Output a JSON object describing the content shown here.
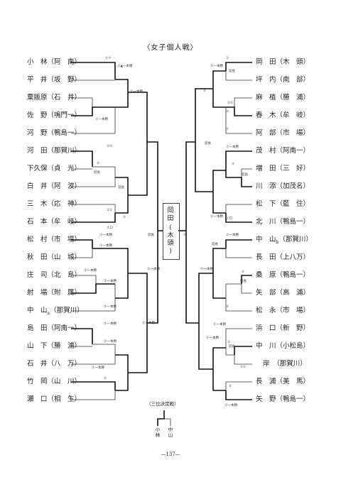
{
  "title": "〈女子個人戦〉",
  "left": [
    {
      "name": "小　林",
      "team": "阿　南"
    },
    {
      "name": "平　井",
      "team": "坂　野"
    },
    {
      "name": "粟飯原",
      "team": "石　井"
    },
    {
      "name": "佐　野",
      "team": "鳴門一"
    },
    {
      "name": "河　野",
      "team": "鴨島一"
    },
    {
      "name": "河　田",
      "team": "那賀川"
    },
    {
      "name": "下久保",
      "team": "貞　光"
    },
    {
      "name": "白　井",
      "team": "阿　波"
    },
    {
      "name": "三　木",
      "team": "応　神"
    },
    {
      "name": "石　本",
      "team": "牟　岐"
    },
    {
      "name": "松　村",
      "team": "市　場"
    },
    {
      "name": "秋　田",
      "team": "山　城"
    },
    {
      "name": "庄　司",
      "team": "北　島"
    },
    {
      "name": "射　場",
      "team": "附　属"
    },
    {
      "name": "中　山",
      "sub": "a",
      "team": "那賀川"
    },
    {
      "name": "島　田",
      "team": "阿南一"
    },
    {
      "name": "山　下",
      "team": "勝　浦"
    },
    {
      "name": "石　井",
      "team": "八　万"
    },
    {
      "name": "竹　岡",
      "team": "山　川"
    },
    {
      "name": "瀬　口",
      "team": "相　生"
    }
  ],
  "right": [
    {
      "name": "岡　田",
      "team": "木　頭"
    },
    {
      "name": "坪　内",
      "team": "南　部"
    },
    {
      "name": "麻　植",
      "team": "勝　浦"
    },
    {
      "name": "春　木",
      "team": "牟　岐"
    },
    {
      "name": "阿　部",
      "team": "市　場"
    },
    {
      "name": "茂　村",
      "team": "阿南一"
    },
    {
      "name": "増　田",
      "team": "三　好"
    },
    {
      "name": "川　添",
      "team": "加茂名"
    },
    {
      "name": "松　下",
      "team": "藍　住"
    },
    {
      "name": "北　川",
      "team": "鴨島一"
    },
    {
      "name": "中　山",
      "sub": "b",
      "team": "那賀川"
    },
    {
      "name": "長　田",
      "team": "上八万"
    },
    {
      "name": "桑　原",
      "team": "鴨島一"
    },
    {
      "name": "矢　部",
      "team": "高　浦"
    },
    {
      "name": "松　永",
      "team": "市　場"
    },
    {
      "name": "浜　口",
      "team": "新　野"
    },
    {
      "name": "中　川",
      "team": "小松島"
    },
    {
      "name": "岸",
      "team": "那賀川"
    },
    {
      "name": "長　浦",
      "team": "美　馬"
    },
    {
      "name": "矢　野",
      "team": "鴨島一"
    }
  ],
  "champion": {
    "name": "岡田",
    "team": "木頭"
  },
  "third_place": {
    "title": "（三位決定戦）",
    "players": [
      "小林",
      "中山"
    ]
  },
  "page_number": "—137—",
  "notes": {
    "ippon": "一本勝",
    "encho": "延長"
  },
  "note_labels": {
    "l1": "②ド",
    "l2": "②▲一本勝",
    "l3": "②一本勝",
    "l4": "②一本勝",
    "l5": "②②",
    "l6": "②",
    "l7": "延長",
    "l8": "延長",
    "l9": "②",
    "l10": "②②",
    "l11": "②ロ",
    "l12": "②一本勝",
    "l13": "②一本勝",
    "l14": "②一本勝",
    "l15": "②一本勝",
    "l16": "②一本勝",
    "l17": "②一本勝",
    "l18": "②一本勝",
    "l19": "②一本勝",
    "l20": "②一本勝",
    "l21": "②一本勝",
    "l22": "延長",
    "l23": "②",
    "r1": "②",
    "r2": "②一本勝",
    "r3": "延長",
    "r4": "②",
    "r5": "②②",
    "r6": "②",
    "r7": "②",
    "r8": "延長",
    "r9": "②一本勝",
    "r10": "②",
    "r11": "延長",
    "r12": "②一本勝",
    "r13": "②ロ",
    "r14": "②一本勝",
    "r15": "延長",
    "r16": "②",
    "r17": "②",
    "r18": "延長",
    "r19": "②一本勝",
    "r20": "②",
    "r21": "②一本勝",
    "r22": "②",
    "r23": "延長",
    "r24": "②②",
    "r25": "②一本勝",
    "r26": "②一本勝",
    "r27": "②"
  }
}
